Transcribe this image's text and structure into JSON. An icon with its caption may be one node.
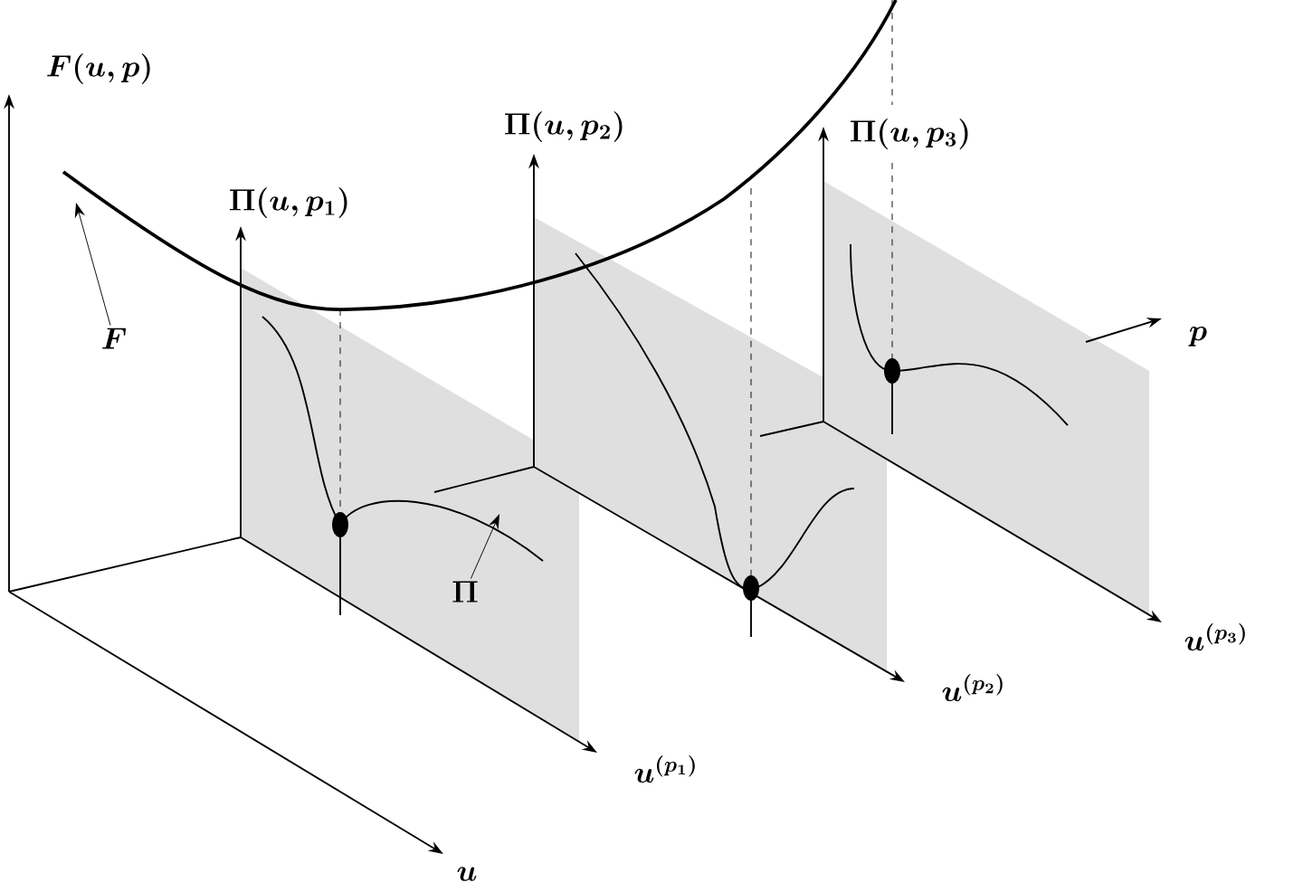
{
  "diagram": {
    "nodes": [
      {
        "text": [
          "F"
        ]
      },
      {
        "text": [
          "\\Pi"
        ]
      }
    ],
    "edges": [
      {
        "from": 0,
        "to": null,
        "arrow": "to"
      },
      {
        "from": 1,
        "to": null,
        "arrow": "to"
      }
    ],
    "labels": [
      "F(u,p)",
      "\\Pi(u,p_1)",
      "\\Pi(u,p_2)",
      "\\Pi(u,p_3)",
      "p",
      "u",
      "u^{(p_1)}",
      "u^{(p_2)}",
      "u^{(p_3)}"
    ]
  }
}
